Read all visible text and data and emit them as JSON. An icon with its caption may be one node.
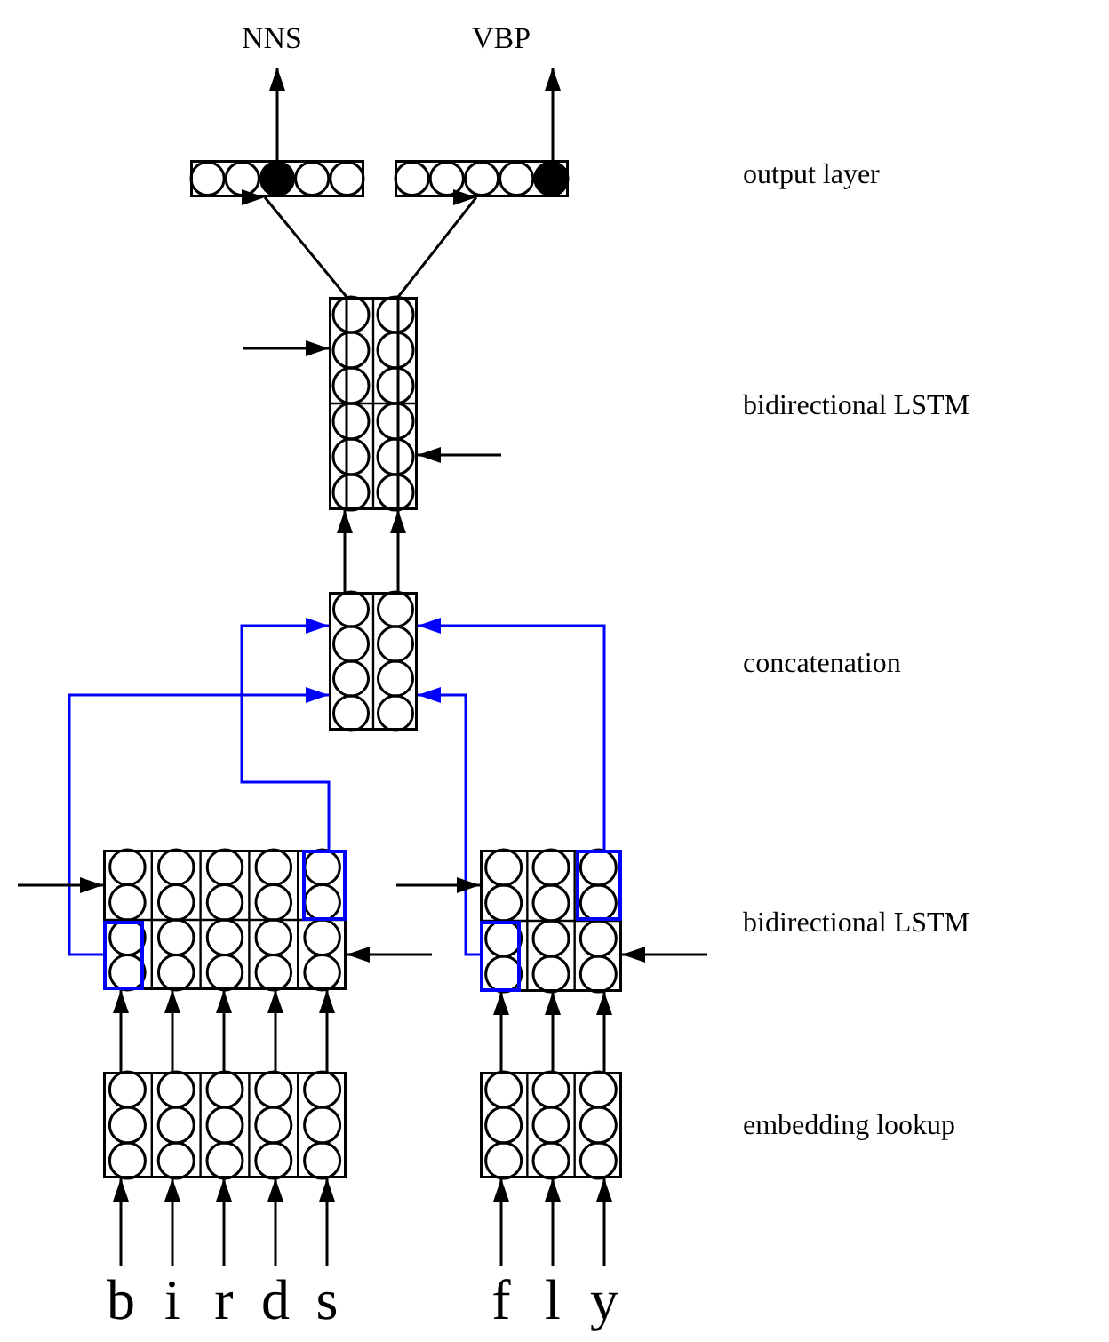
{
  "diagram": {
    "nodes": [
      {
        "text": [
          "NNS"
        ]
      },
      {
        "text": [
          "VBP"
        ]
      },
      {
        "text": [],
        "shape": "bar"
      },
      {
        "text": [],
        "shape": "bar"
      },
      {
        "text": [],
        "shape": "box"
      },
      {
        "text": [],
        "shape": "box"
      },
      {
        "text": [],
        "shape": "box"
      },
      {
        "text": [],
        "shape": "box",
        "in": 6
      },
      {
        "text": [],
        "shape": "box",
        "in": 6
      },
      {
        "text": [],
        "shape": "box"
      },
      {
        "text": [],
        "shape": "box",
        "in": 9
      },
      {
        "text": [],
        "shape": "box",
        "in": 9
      },
      {
        "text": [],
        "shape": "box"
      },
      {
        "text": [],
        "shape": "box"
      },
      {
        "text": [
          "b"
        ]
      },
      {
        "text": [
          "i"
        ]
      },
      {
        "text": [
          "r"
        ]
      },
      {
        "text": [
          "d"
        ]
      },
      {
        "text": [
          "s"
        ]
      },
      {
        "text": [
          "f"
        ]
      },
      {
        "text": [
          "l"
        ]
      },
      {
        "text": [
          "y"
        ]
      }
    ],
    "edges": [
      {
        "from": 2,
        "to": 0,
        "arrow": "to"
      },
      {
        "from": 3,
        "to": 1,
        "arrow": "to"
      },
      {
        "from": 4,
        "to": 2,
        "arrow": "to"
      },
      {
        "from": 4,
        "to": 3,
        "arrow": "to"
      },
      {
        "from": 5,
        "to": 4,
        "arrow": "to"
      },
      {
        "from": 5,
        "to": 4,
        "arrow": "to"
      },
      {
        "from": 7,
        "to": 5,
        "arrow": "to",
        "color": "#0000ff"
      },
      {
        "from": 8,
        "to": 5,
        "arrow": "to",
        "color": "#0000ff"
      },
      {
        "from": 10,
        "to": 5,
        "arrow": "to",
        "color": "#0000ff"
      },
      {
        "from": 11,
        "to": 5,
        "arrow": "to",
        "color": "#0000ff"
      },
      {
        "from": null,
        "to": 4,
        "arrow": "to"
      },
      {
        "from": null,
        "to": 4,
        "arrow": "to"
      },
      {
        "from": null,
        "to": 6,
        "arrow": "to"
      },
      {
        "from": null,
        "to": 6,
        "arrow": "to"
      },
      {
        "from": null,
        "to": 9,
        "arrow": "to"
      },
      {
        "from": null,
        "to": 9,
        "arrow": "to"
      },
      {
        "from": 12,
        "to": 6,
        "arrow": "to"
      },
      {
        "from": 12,
        "to": 6,
        "arrow": "to"
      },
      {
        "from": 12,
        "to": 6,
        "arrow": "to"
      },
      {
        "from": 12,
        "to": 6,
        "arrow": "to"
      },
      {
        "from": 12,
        "to": 6,
        "arrow": "to"
      },
      {
        "from": 13,
        "to": 9,
        "arrow": "to"
      },
      {
        "from": 13,
        "to": 9,
        "arrow": "to"
      },
      {
        "from": 13,
        "to": 9,
        "arrow": "to"
      },
      {
        "from": 14,
        "to": 12,
        "arrow": "to"
      },
      {
        "from": 15,
        "to": 12,
        "arrow": "to"
      },
      {
        "from": 16,
        "to": 12,
        "arrow": "to"
      },
      {
        "from": 17,
        "to": 12,
        "arrow": "to"
      },
      {
        "from": 18,
        "to": 12,
        "arrow": "to"
      },
      {
        "from": 19,
        "to": 13,
        "arrow": "to"
      },
      {
        "from": 20,
        "to": 13,
        "arrow": "to"
      },
      {
        "from": 21,
        "to": 13,
        "arrow": "to"
      }
    ],
    "labels": [
      "output layer",
      "bidirectional LSTM",
      "concatenation",
      "bidirectional LSTM",
      "embedding lookup"
    ]
  }
}
